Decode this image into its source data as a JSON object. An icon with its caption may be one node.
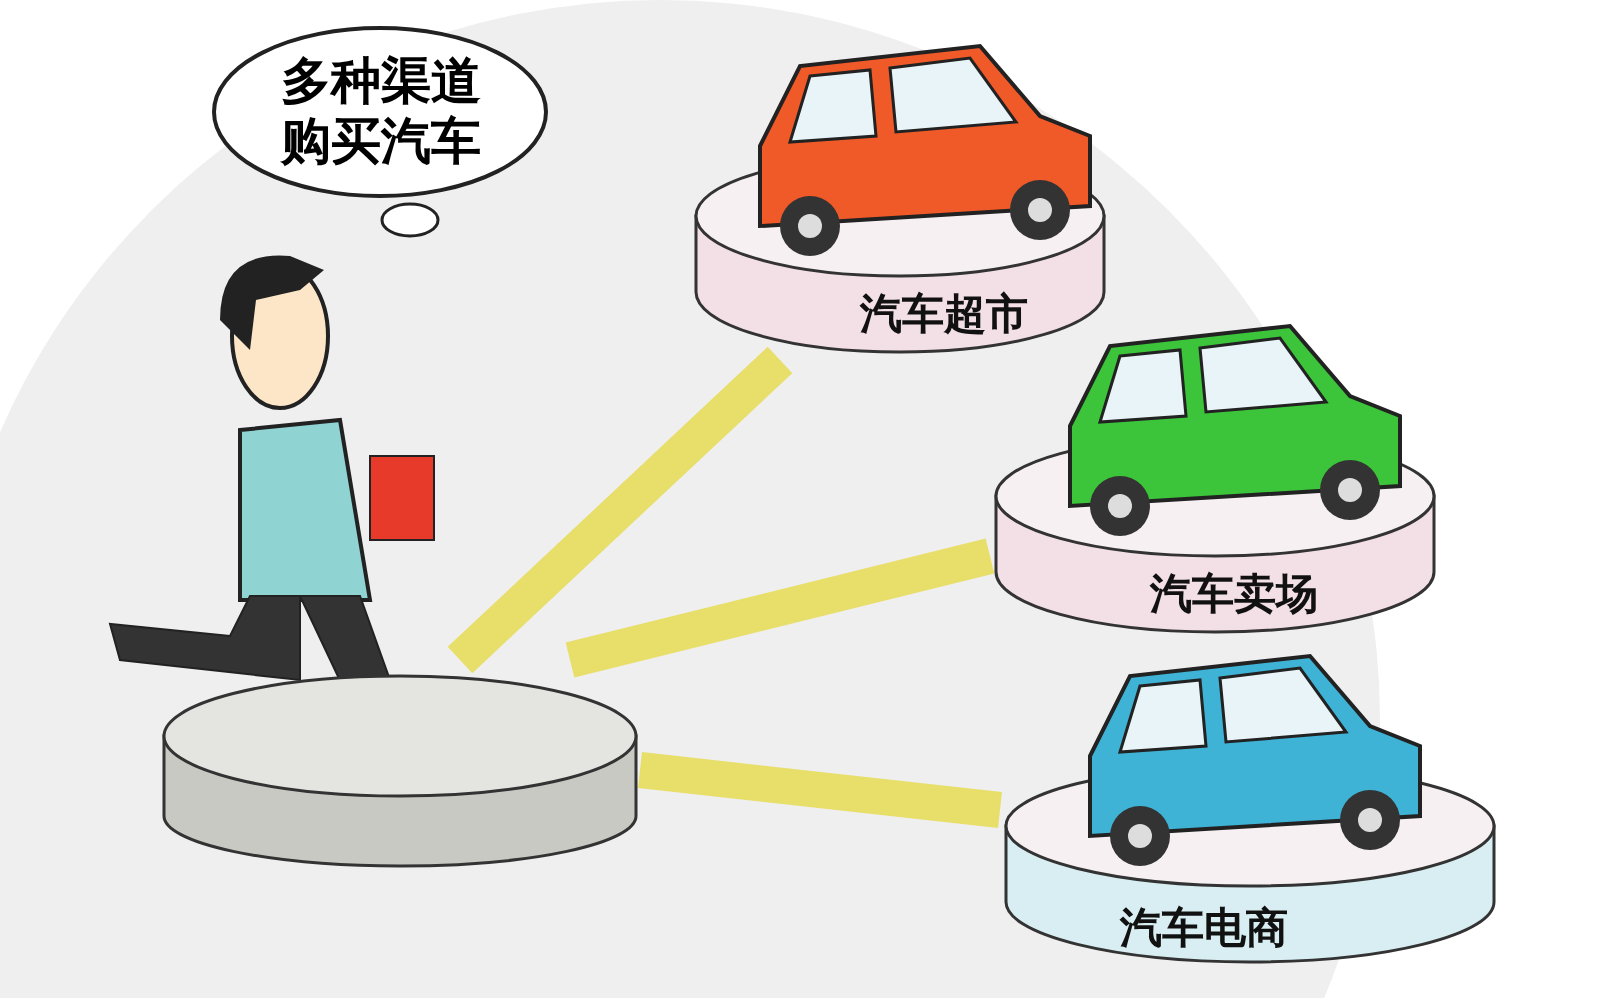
{
  "diagram": {
    "nodes": [
      {
        "text": [
          "多种渠道购买汽车"
        ]
      },
      {
        "text": [],
        "shape": "cylinder"
      },
      {
        "text": [
          "汽车超市"
        ]
      },
      {
        "text": [
          "汽车卖场"
        ]
      },
      {
        "text": [
          "汽车电商"
        ]
      }
    ],
    "edges": [
      {
        "from": 1,
        "to": 2,
        "arrow": "none"
      },
      {
        "from": 1,
        "to": 3,
        "arrow": "none"
      },
      {
        "from": 1,
        "to": 4,
        "arrow": "none"
      }
    ]
  }
}
